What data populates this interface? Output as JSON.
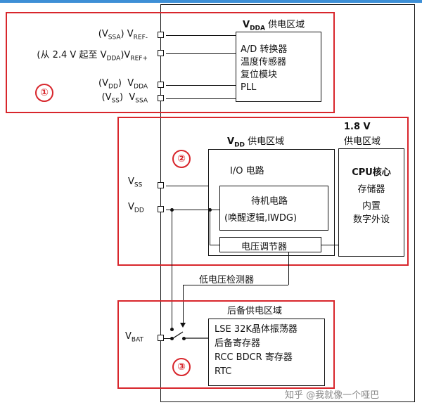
{
  "diagram": {
    "domain1": {
      "number": "①",
      "title_main": "V",
      "title_sub": "DDA",
      "title_suffix": " 供电区域",
      "pins": [
        {
          "prefix": "(V",
          "prefix_sub": "SSA",
          "prefix_suffix": ")",
          "name": "V",
          "name_sub": "REF-"
        },
        {
          "prefix": "(从 2.4 V 起至 V",
          "prefix_sub": "DDA",
          "prefix_suffix": ")",
          "name": "V",
          "name_sub": "REF+"
        },
        {
          "prefix": "(V",
          "prefix_sub": "DD",
          "prefix_suffix": ")",
          "name": "V",
          "name_sub": "DDA"
        },
        {
          "prefix": "(V",
          "prefix_sub": "SS",
          "prefix_suffix": ")",
          "name": "V",
          "name_sub": "SSA"
        }
      ],
      "box_lines": [
        "A/D 转换器",
        "温度传感器",
        "复位模块",
        "PLL"
      ]
    },
    "domain2": {
      "number": "②",
      "vdd_title_main": "V",
      "vdd_title_sub": "DD",
      "vdd_title_suffix": " 供电区域",
      "pin_vss": {
        "name": "V",
        "sub": "SS"
      },
      "pin_vdd": {
        "name": "V",
        "sub": "DD"
      },
      "io_circuit": "I/O 电路",
      "standby_line1": "待机电路",
      "standby_line2": "(唤醒逻辑,IWDG)",
      "regulator": "电压调节器",
      "v18_title_line1": "1.8 V",
      "v18_title_line2": "供电区域",
      "core_lines": [
        "CPU核心",
        "存储器",
        "内置",
        "数字外设"
      ]
    },
    "low_voltage_detector": "低电压检测器",
    "domain3": {
      "number": "③",
      "title": "后备供电区域",
      "pin_vbat": {
        "name": "V",
        "sub": "BAT"
      },
      "box_lines": [
        "LSE 32K晶体振荡器",
        "后备寄存器",
        "RCC BDCR 寄存器",
        "RTC"
      ]
    },
    "watermark": "知乎 @我就像一个哑巴",
    "colors": {
      "red": "#d8262c",
      "line": "#111111",
      "topbar": "#3d8fd6"
    }
  }
}
